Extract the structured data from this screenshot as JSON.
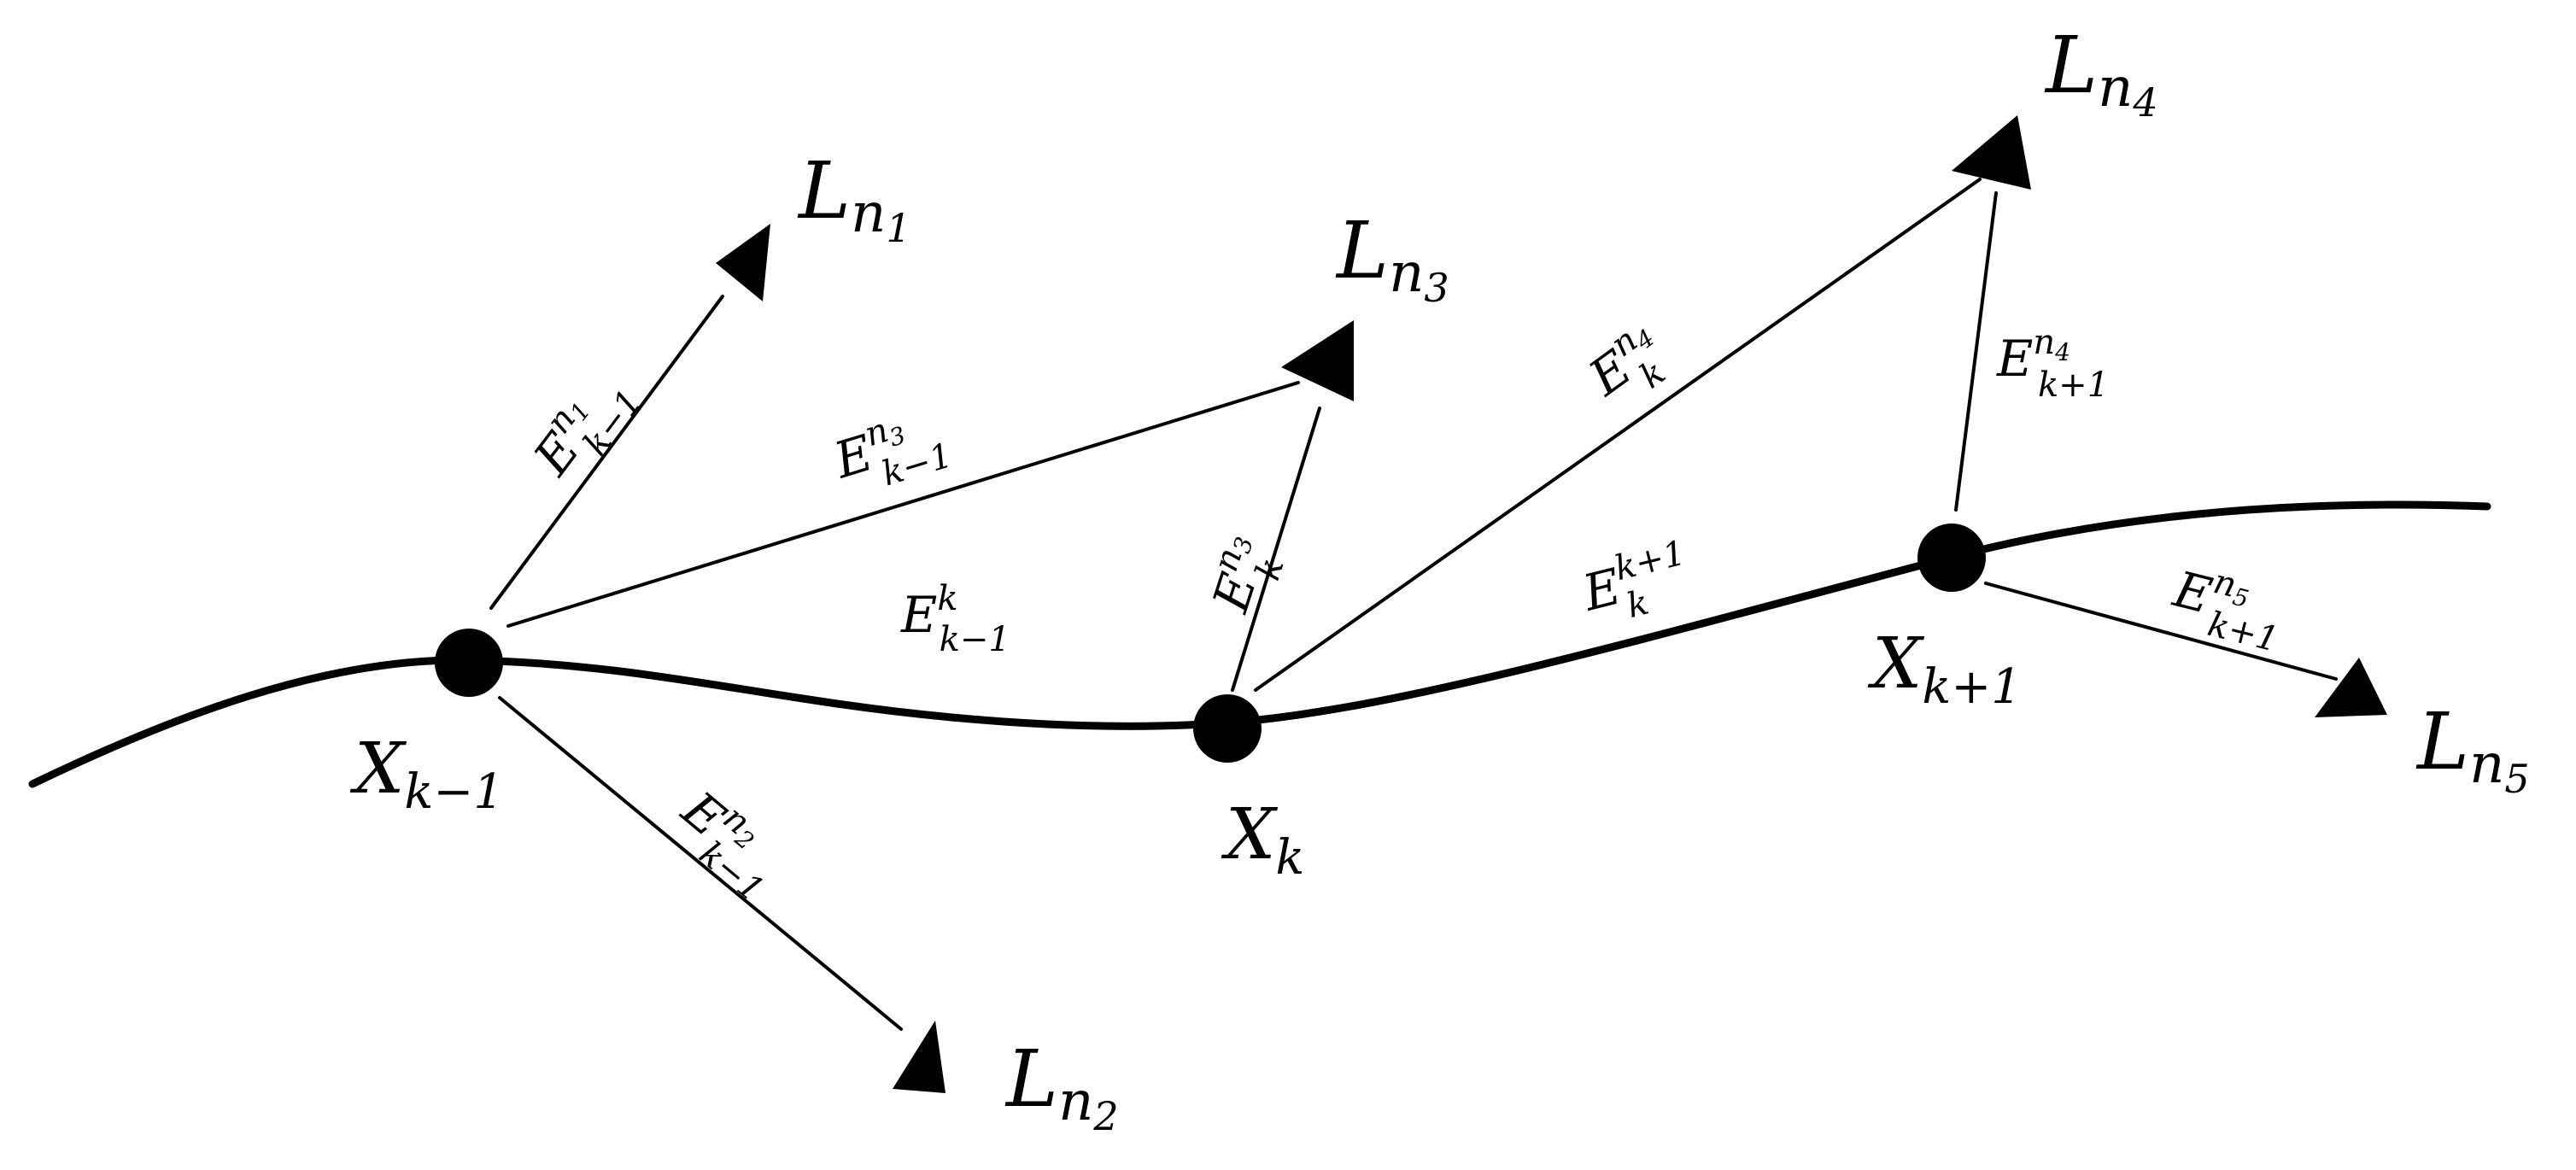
{
  "colors": {
    "ink": "#000000",
    "background": "#ffffff"
  },
  "poses": [
    {
      "id": "x_km1",
      "base": "X",
      "sub": "k−1"
    },
    {
      "id": "x_k",
      "base": "X",
      "sub": "k"
    },
    {
      "id": "x_kp1",
      "base": "X",
      "sub": "k+1"
    }
  ],
  "landmarks": [
    {
      "id": "l_n1",
      "base": "L",
      "sub": "n",
      "subsub": "1"
    },
    {
      "id": "l_n2",
      "base": "L",
      "sub": "n",
      "subsub": "2"
    },
    {
      "id": "l_n3",
      "base": "L",
      "sub": "n",
      "subsub": "3"
    },
    {
      "id": "l_n4",
      "base": "L",
      "sub": "n",
      "subsub": "4"
    },
    {
      "id": "l_n5",
      "base": "L",
      "sub": "n",
      "subsub": "5"
    }
  ],
  "edges": [
    {
      "id": "e_km1_n1",
      "base": "E",
      "sup": "n",
      "supsub": "1",
      "sub": "k−1"
    },
    {
      "id": "e_km1_n3",
      "base": "E",
      "sup": "n",
      "supsub": "3",
      "sub": "k−1"
    },
    {
      "id": "e_km1_n2",
      "base": "E",
      "sup": "n",
      "supsub": "2",
      "sub": "k−1"
    },
    {
      "id": "e_km1_k",
      "base": "E",
      "sup": "k",
      "supsub": "",
      "sub": "k−1"
    },
    {
      "id": "e_k_n3",
      "base": "E",
      "sup": "n",
      "supsub": "3",
      "sub": "k"
    },
    {
      "id": "e_k_n4",
      "base": "E",
      "sup": "n",
      "supsub": "4",
      "sub": "k"
    },
    {
      "id": "e_k_kp1",
      "base": "E",
      "sup": "k+1",
      "supsub": "",
      "sub": "k"
    },
    {
      "id": "e_kp1_n4",
      "base": "E",
      "sup": "n",
      "supsub": "4",
      "sub": "k+1"
    },
    {
      "id": "e_kp1_n5",
      "base": "E",
      "sup": "n",
      "supsub": "5",
      "sub": "k+1"
    }
  ]
}
